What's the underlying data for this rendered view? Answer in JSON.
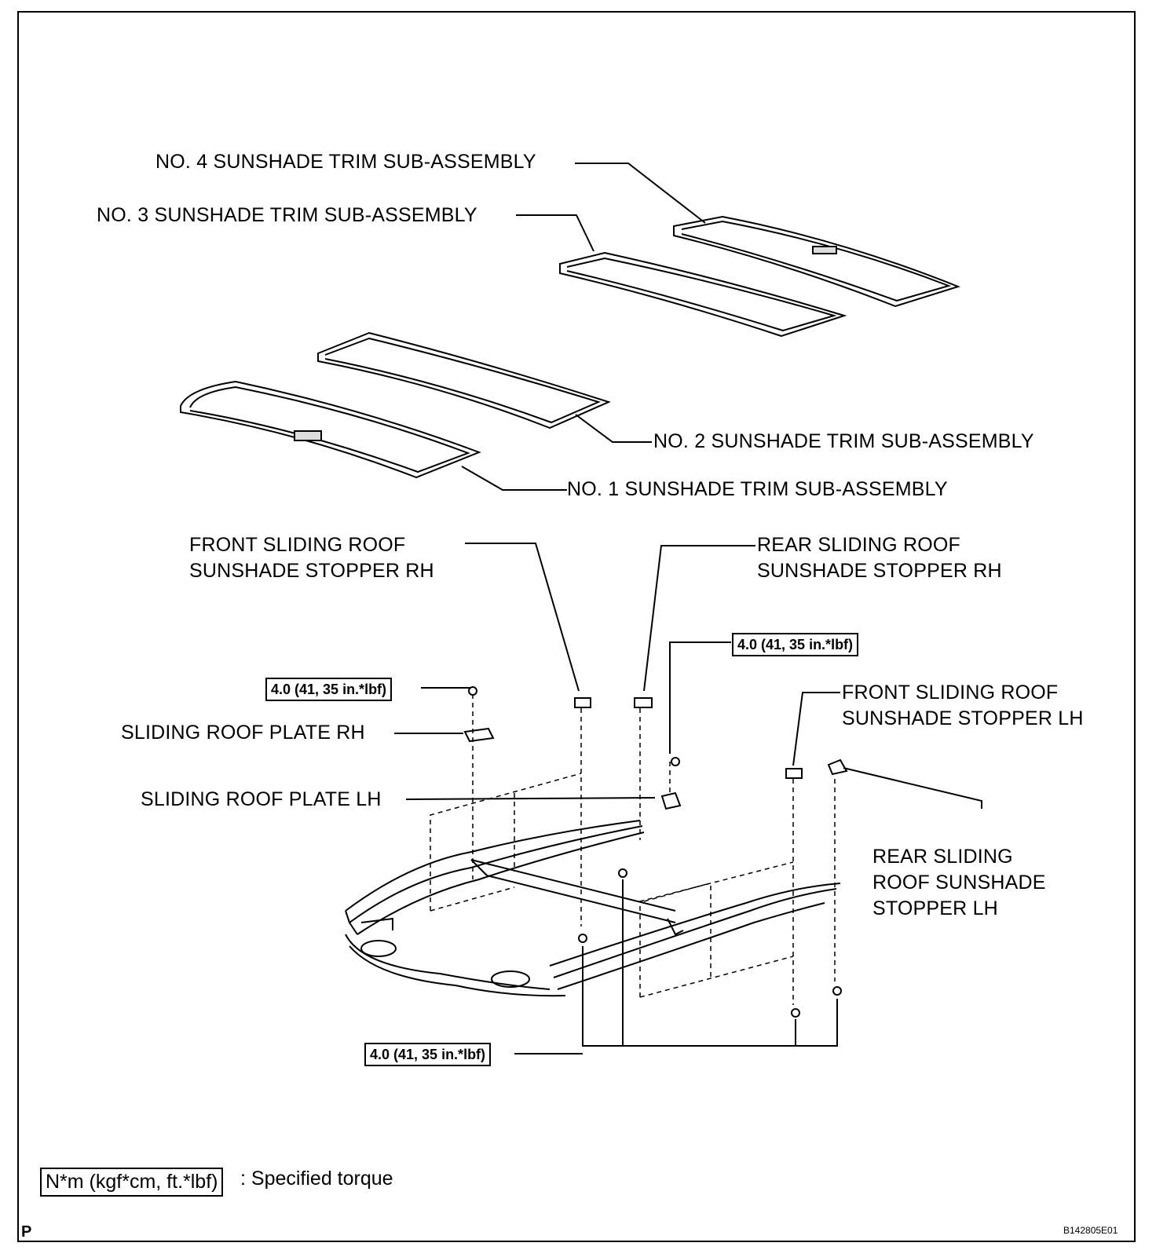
{
  "labels": {
    "no4": "NO. 4 SUNSHADE TRIM SUB-ASSEMBLY",
    "no3": "NO. 3 SUNSHADE TRIM SUB-ASSEMBLY",
    "no2": "NO. 2 SUNSHADE TRIM SUB-ASSEMBLY",
    "no1": "NO. 1 SUNSHADE TRIM SUB-ASSEMBLY",
    "front_rh_line1": "FRONT SLIDING ROOF",
    "front_rh_line2": "SUNSHADE STOPPER RH",
    "rear_rh_line1": "REAR SLIDING ROOF",
    "rear_rh_line2": "SUNSHADE STOPPER RH",
    "front_lh_line1": "FRONT SLIDING ROOF",
    "front_lh_line2": "SUNSHADE STOPPER LH",
    "rear_lh_line1": "REAR SLIDING",
    "rear_lh_line2": "ROOF SUNSHADE",
    "rear_lh_line3": "STOPPER LH",
    "plate_rh": "SLIDING ROOF PLATE RH",
    "plate_lh": "SLIDING ROOF PLATE LH"
  },
  "torque": {
    "left": "4.0 (41, 35 in.*lbf)",
    "upper_right": "4.0 (41, 35 in.*lbf)",
    "bottom": "4.0 (41, 35 in.*lbf)"
  },
  "legend": {
    "unit_box": "N*m (kgf*cm, ft.*lbf)",
    "description": ": Specified torque"
  },
  "corner_mark": "P",
  "figure_id": "B142805E01"
}
